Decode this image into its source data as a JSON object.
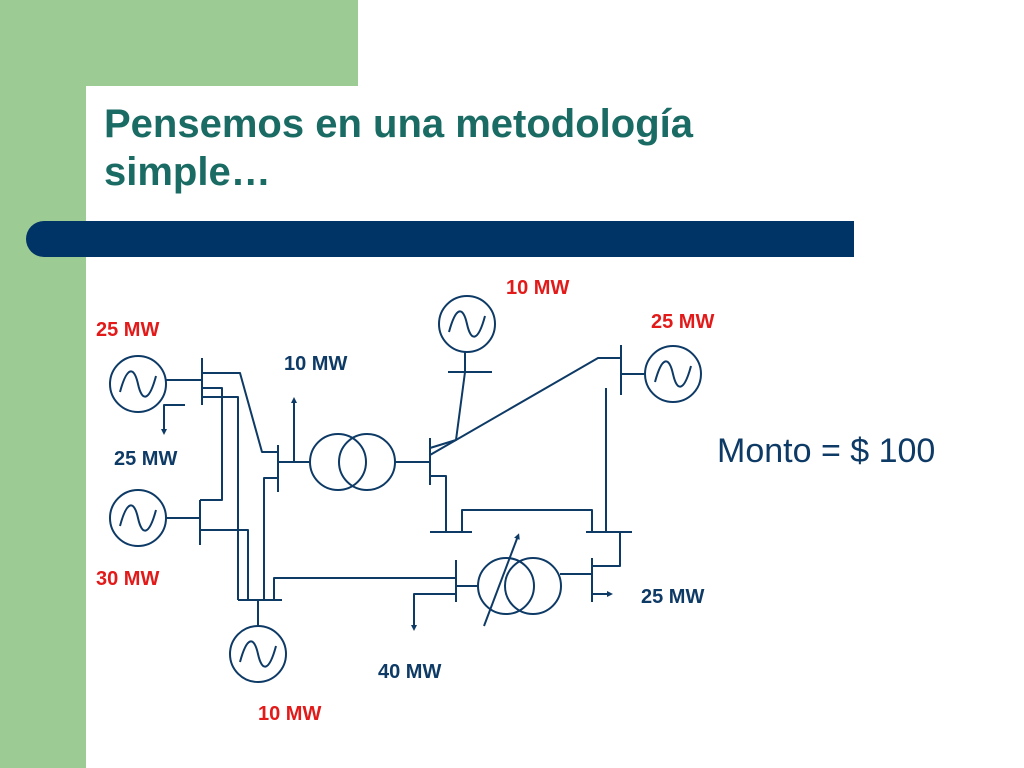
{
  "slide": {
    "title": "Pensemos en una metodología simple…",
    "monto": "Monto = $ 100"
  },
  "labels": {
    "gen_top": "10 MW",
    "gen_top_right": "25 MW",
    "gen_left_top": "25 MW",
    "load_left": "25 MW",
    "load_center": "10 MW",
    "gen_left_bottom": "30 MW",
    "gen_bottom": "10 MW",
    "load_bottom": "40 MW",
    "load_right": "25 MW"
  },
  "colors": {
    "accent_green": "#9dcb94",
    "title_teal": "#1a6b63",
    "bar_navy": "#003366",
    "line_navy": "#0e3a66",
    "generation_red": "#e21a1a"
  },
  "icons": [
    "generator-icon",
    "transformer-icon",
    "phase-shifting-transformer-icon",
    "load-arrow-icon"
  ]
}
